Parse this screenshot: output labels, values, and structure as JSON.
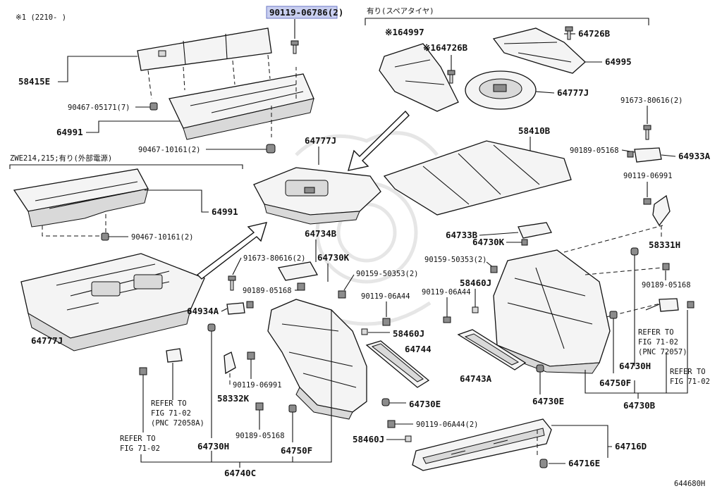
{
  "notes": {
    "production_note": "※1 (2210-     )",
    "spare_tire_note": "有り(スペアタイヤ)",
    "zwe_note": "ZWE214,215;有り(外部電源)",
    "figure_id": "644680H"
  },
  "parts": {
    "p_90119_06786": "90119-06786(2)",
    "p_58415E": "58415E",
    "p_90467_05171": "90467-05171(7)",
    "p_64991_top": "64991",
    "p_90467_10161_top": "90467-10161(2)",
    "p_64991_mid": "64991",
    "p_90467_10161_mid": "90467-10161(2)",
    "p_64777J_tray": "64777J",
    "p_64777J_center": "64777J",
    "p_64997": "※164997",
    "p_64726B_s1": "※164726B",
    "p_64726B": "64726B",
    "p_64995": "64995",
    "p_64777J_round": "64777J",
    "p_58410B": "58410B",
    "p_91673_80616_right": "91673-80616(2)",
    "p_90189_05168_right": "90189-05168",
    "p_64933A": "64933A",
    "p_90119_06991_right": "90119-06991",
    "p_58331H": "58331H",
    "p_64733B": "64733B",
    "p_64730K_right": "64730K",
    "p_90159_50353_upper": "90159-50353(2)",
    "p_58460J_upper": "58460J",
    "p_90119_06A44_mid": "90119-06A44",
    "p_90189_05168_far_right": "90189-05168",
    "p_64734B": "64734B",
    "p_91673_80616_left": "91673-80616(2)",
    "p_64730K_left": "64730K",
    "p_90159_50353_left": "90159-50353(2)",
    "p_90189_05168_left": "90189-05168",
    "p_64934A": "64934A",
    "p_90119_06A44_left": "90119-06A44",
    "p_58460J_mid": "58460J",
    "p_64744": "64744",
    "p_64743A": "64743A",
    "p_64730E_right": "64730E",
    "p_64730H_right": "64730H",
    "p_64750F_right": "64750F",
    "p_64730B": "64730B",
    "p_90119_06991_left": "90119-06991",
    "p_58332K": "58332K",
    "p_64730E_mid": "64730E",
    "p_90189_05168_bottom": "90189-05168",
    "p_64730H_left": "64730H",
    "p_64750F_left": "64750F",
    "p_64740C": "64740C",
    "p_90119_06A44_bottom": "90119-06A44(2)",
    "p_58460J_bottom": "58460J",
    "p_64716D": "64716D",
    "p_64716E": "64716E"
  },
  "refs": {
    "ref_a": [
      "REFER TO",
      "FIG 71-02",
      "(PNC 72058A)"
    ],
    "ref_b": [
      "REFER TO",
      "FIG 71-02"
    ],
    "ref_c": [
      "REFER TO",
      "FIG 71-02",
      "(PNC 72057)"
    ],
    "ref_d": [
      "REFER TO",
      "FIG 71-02"
    ]
  }
}
